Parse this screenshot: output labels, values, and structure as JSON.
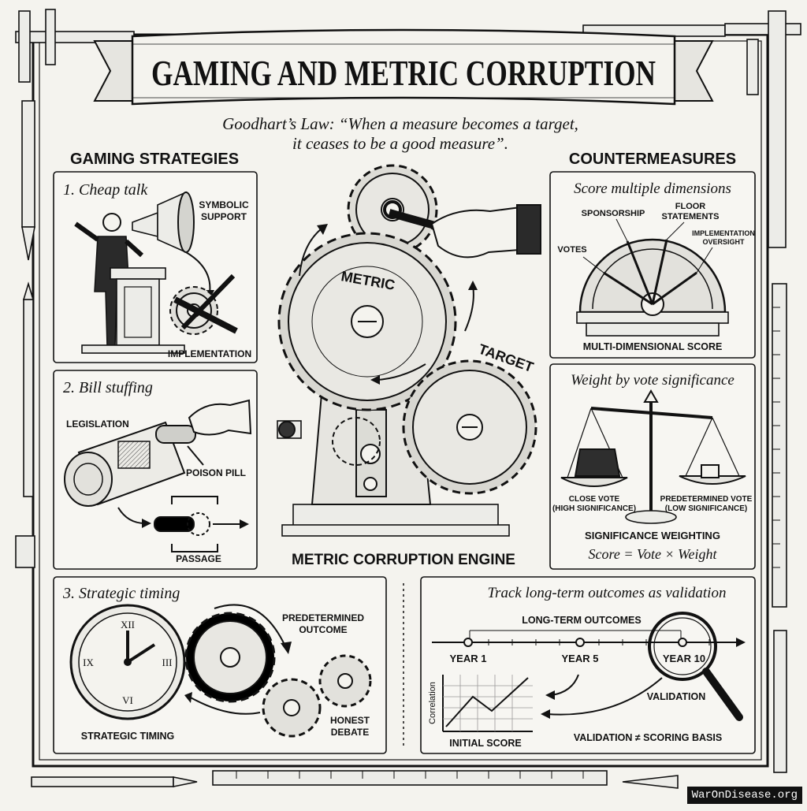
{
  "title": "GAMING AND METRIC CORRUPTION",
  "quote_line1": "Goodhart’s Law: “When a measure becomes a target,",
  "quote_line2": "it ceases to be a good measure”.",
  "gaming": {
    "heading": "GAMING STRATEGIES",
    "cheap_talk": {
      "title": "1. Cheap talk",
      "label_symbolic_1": "SYMBOLIC",
      "label_symbolic_2": "SUPPORT",
      "label_implementation": "IMPLEMENTATION"
    },
    "bill_stuffing": {
      "title": "2. Bill stuffing",
      "label_legislation": "LEGISLATION",
      "label_poison_pill": "POISON PILL",
      "label_passage": "PASSAGE"
    },
    "strategic_timing": {
      "title": "3. Strategic timing",
      "label_predetermined_1": "PREDETERMINED",
      "label_predetermined_2": "OUTCOME",
      "label_honest_1": "HONEST",
      "label_honest_2": "DEBATE",
      "label_strategic_timing": "STRATEGIC TIMING"
    }
  },
  "engine": {
    "label_metric": "METRIC",
    "label_target": "TARGET",
    "caption": "METRIC CORRUPTION ENGINE"
  },
  "counter": {
    "heading": "COUNTERMEASURES",
    "multi": {
      "title": "Score multiple dimensions",
      "label_sponsorship": "SPONSORSHIP",
      "label_floor_1": "FLOOR",
      "label_floor_2": "STATEMENTS",
      "label_votes": "VOTES",
      "label_impl_1": "IMPLEMENTATION",
      "label_impl_2": "OVERSIGHT",
      "caption": "MULTI-DIMENSIONAL SCORE"
    },
    "weight": {
      "title": "Weight by vote significance",
      "label_close_1": "CLOSE VOTE",
      "label_close_2": "(HIGH SIGNIFICANCE)",
      "label_pre_1": "PREDETERMINED VOTE",
      "label_pre_2": "(LOW SIGNIFICANCE)",
      "caption": "SIGNIFICANCE WEIGHTING",
      "formula": "Score = Vote × Weight"
    },
    "track": {
      "title": "Track long-term outcomes as validation",
      "label_long_term": "LONG-TERM OUTCOMES",
      "label_year1": "YEAR 1",
      "label_year5": "YEAR 5",
      "label_year10": "YEAR 10",
      "label_correlation": "Correlation",
      "label_initial_score": "INITIAL SCORE",
      "label_validation": "VALIDATION",
      "label_validation_neq": "VALIDATION ≠ SCORING BASIS"
    }
  },
  "footer_url": "WarOnDisease.org"
}
